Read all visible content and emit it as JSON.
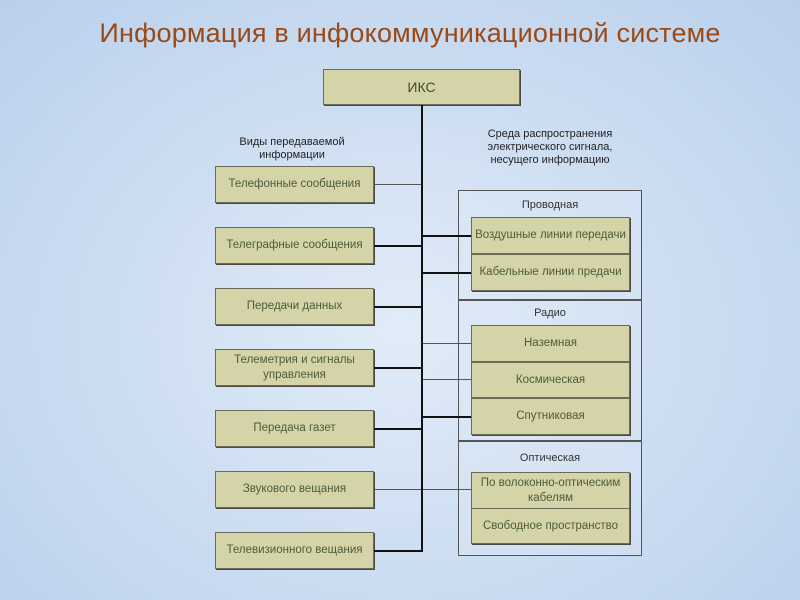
{
  "title": "Информация в инфокоммуникационной системе",
  "root": {
    "label": "ИКС"
  },
  "left_caption": "Виды передаваемой информации",
  "right_caption": "Среда распространения электрического сигнала, несущего информацию",
  "info_types": [
    "Телефонные сообщения",
    "Телеграфные сообщения",
    "Передачи данных",
    "Телеметрия и сигналы управления",
    "Передача газет",
    "Звукового вещания",
    "Телевизионного вещания"
  ],
  "media_groups": [
    {
      "label": "Проводная",
      "items": [
        "Воздушные линии передачи",
        "Кабельные линии предачи"
      ]
    },
    {
      "label": "Радио",
      "items": [
        "Наземная",
        "Космическая",
        "Спутниковая"
      ]
    },
    {
      "label": "Оптическая",
      "items": [
        "По волоконно-оптическим кабелям",
        "Свободное пространство"
      ]
    }
  ],
  "colors": {
    "title": "#9a4a16",
    "box_fill": "#d5d3a8",
    "box_text": "#4c5c3a"
  }
}
